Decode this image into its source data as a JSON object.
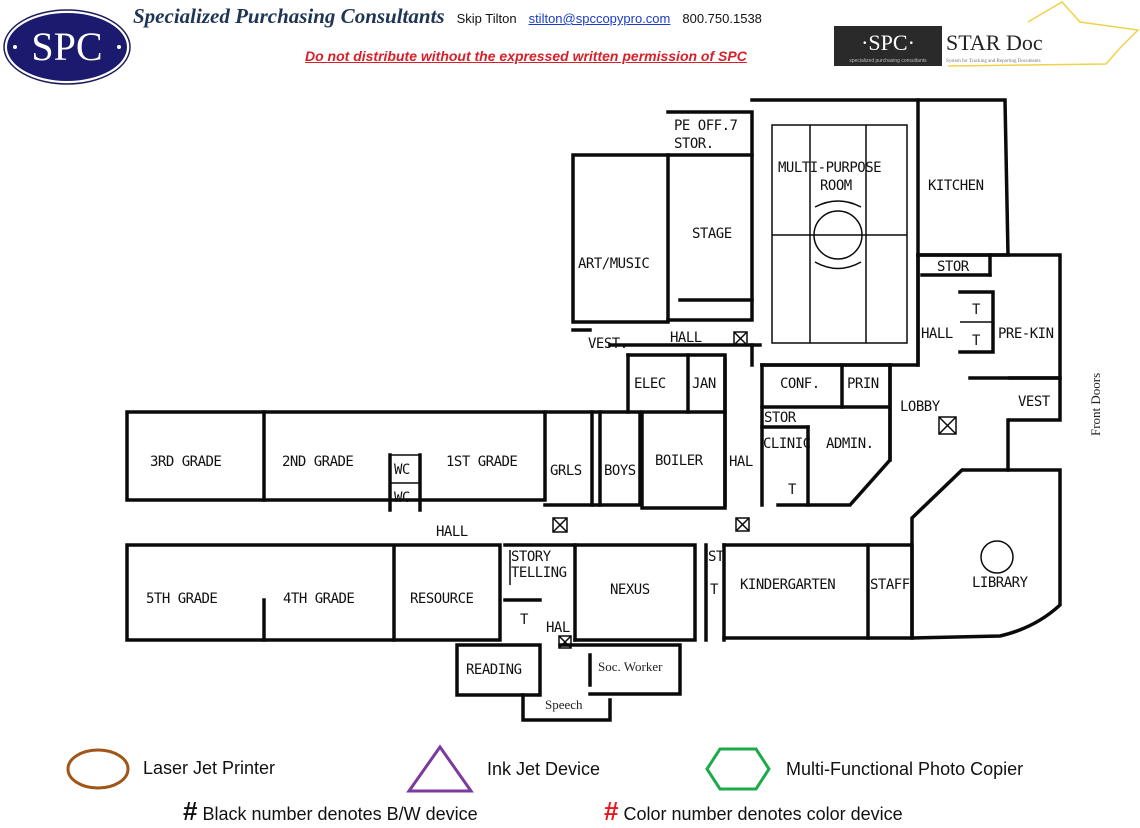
{
  "header": {
    "logo_text": "SPC",
    "company_name": "Specialized Purchasing Consultants",
    "contact_name": "Skip Tilton",
    "contact_email": "stilton@spccopypro.com",
    "contact_phone": "800.750.1538",
    "warning": "Do not distribute without the expressed written permission of SPC",
    "stardoc": {
      "spc_text": "·SPC·",
      "spc_subtitle": "specialized purchasing consultants",
      "title": "STAR Doc",
      "subtitle": "System for Tracking and Reporting Documents"
    }
  },
  "floorplan": {
    "rooms": {
      "pe_off": "PE OFF.7",
      "pe_stor": "STOR.",
      "art_music": "ART/MUSIC",
      "stage": "STAGE",
      "multi1": "MULTI-PURPOSE",
      "multi2": "ROOM",
      "kitchen": "KITCHEN",
      "stor_a": "STOR",
      "pre_k": "PRE-KIN",
      "hall_e": "HALL",
      "hall_n": "HALL",
      "vest_w": "VEST.",
      "elec": "ELEC",
      "jan": "JAN",
      "conf": "CONF.",
      "prin": "PRIN",
      "lobby": "LOBBY",
      "vest_e": "VEST",
      "stor_b": "STOR",
      "clinic": "CLINIC",
      "admin": "ADMIN.",
      "boiler": "BOILER",
      "hall_c": "HAL",
      "grade3": "3RD GRADE",
      "grade2": "2ND GRADE",
      "grade1": "1ST GRADE",
      "wc1": "WC",
      "wc2": "WC",
      "girls": "GRLS",
      "boys": "BOYS",
      "hall_main": "HALL",
      "grade5": "5TH GRADE",
      "grade4": "4TH GRADE",
      "resource": "RESOURCE",
      "story1": "STORY",
      "story2": "TELLING",
      "nexus": "NEXUS",
      "st": "ST",
      "kindergarten": "KINDERGARTEN",
      "staff": "STAFF",
      "library": "LIBRARY",
      "reading": "READING",
      "hall_s": "HAL",
      "soc_worker": "Soc. Worker",
      "speech": "Speech",
      "toilet": "T"
    },
    "front_doors": "Front Doors"
  },
  "legend": {
    "items": [
      {
        "label": "Laser Jet Printer",
        "shape": "ellipse",
        "color": "#a0561a"
      },
      {
        "label": "Ink Jet Device",
        "shape": "triangle",
        "color": "#7a3aa0"
      },
      {
        "label": "Multi-Functional Photo Copier",
        "shape": "hexagon",
        "color": "#1faa4a"
      }
    ],
    "notes": [
      {
        "symbol": "#",
        "text": "Black number denotes B/W device",
        "color": "#111111"
      },
      {
        "symbol": "#",
        "text": "Color number denotes color device",
        "color": "#e8161e"
      }
    ]
  }
}
